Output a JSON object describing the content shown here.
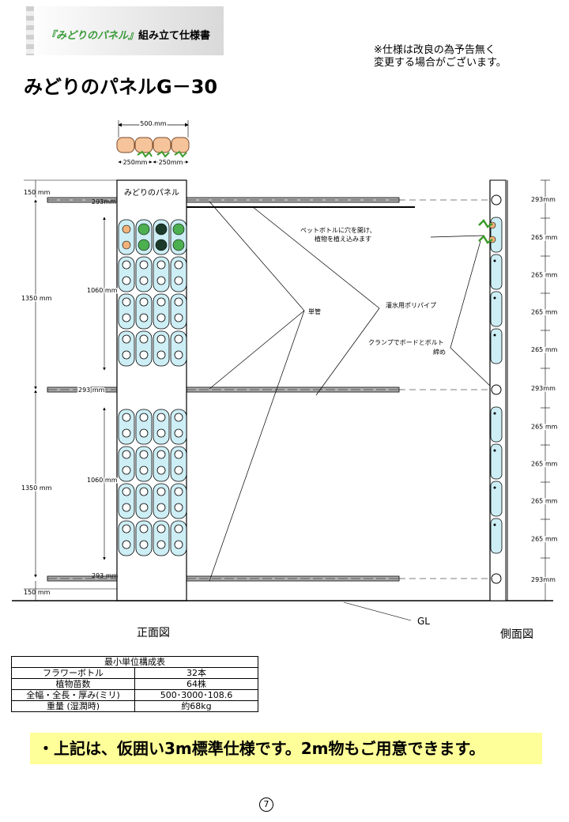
{
  "header": {
    "title_brand": "『みどりのパネル』",
    "title_rest": "組み立て仕様書"
  },
  "notice": "※仕様は改良の為予告無く\n変更する場合がございます。",
  "main_title": "みどりのパネルG－30",
  "front_view": {
    "width_label": "500 mm",
    "half_width_left": "250mm",
    "half_width_right": "250mm",
    "panel_label": "みどりのパネル",
    "top_margin": "150 mm",
    "bottom_margin": "150 mm",
    "section_height_top": "1350 mm",
    "section_height_bottom": "1350 mm",
    "inner_height_top": "1060 mm",
    "inner_height_bottom": "1060 mm",
    "pipe_gap_1": "293mm",
    "pipe_gap_2": "293 mm",
    "pipe_gap_3": "293 mm",
    "caption": "正面図"
  },
  "side_view": {
    "dims": [
      "293mm",
      "265 mm",
      "265 mm",
      "265 mm",
      "265 mm",
      "293mm",
      "265 mm",
      "265 mm",
      "265 mm",
      "265 mm",
      "293mm"
    ],
    "caption": "側面図"
  },
  "annotations": {
    "bottle_note_1": "ペットボトルに穴を開け、",
    "bottle_note_2": "植物を植え込みます",
    "single_pipe": "単管",
    "irrigation_pipe": "灌水用ポリパイプ",
    "clamp_note_1": "クランプでボードとボルト",
    "clamp_note_2": "締め",
    "ground": "GL"
  },
  "spec_table": {
    "title": "最小単位構成表",
    "rows": [
      {
        "label": "フラワーボトル",
        "value": "32本"
      },
      {
        "label": "植物苗数",
        "value": "64株"
      },
      {
        "label": "全幅・全長・厚み(ミリ)",
        "value": "500･3000･108.6"
      },
      {
        "label": "重量 (湿潤時)",
        "value": "約68kg"
      }
    ]
  },
  "bottom_note": "・上記は、仮囲い3m標準仕様です。2m物もご用意できます。",
  "page_number": "7",
  "colors": {
    "bottle": "#cdeef5",
    "plant": "#4caf50",
    "note_bg": "#ffff99",
    "pipe": "#888888"
  }
}
